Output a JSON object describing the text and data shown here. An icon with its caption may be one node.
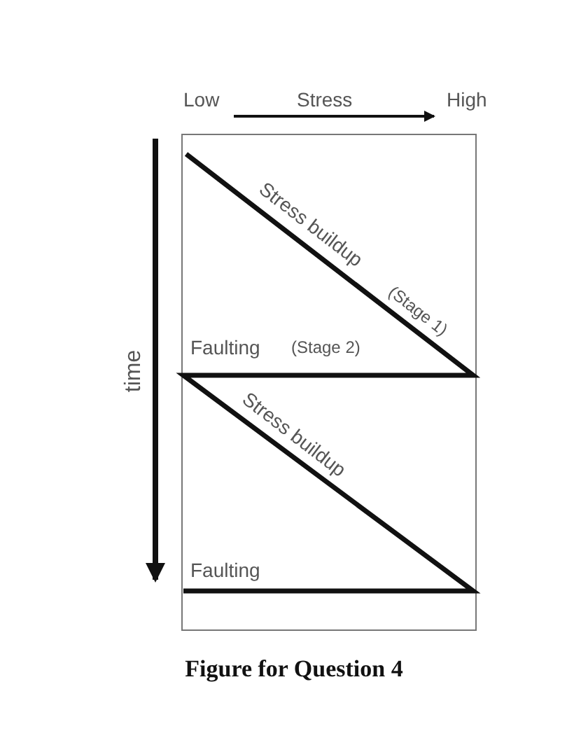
{
  "diagram": {
    "caption": "Figure for Question 4",
    "labels": [
      "Low",
      "Stress",
      "High",
      "time",
      "Stress buildup",
      "(Stage 1)",
      "Faulting",
      "(Stage 2)",
      "Stress buildup",
      "Faulting"
    ]
  }
}
